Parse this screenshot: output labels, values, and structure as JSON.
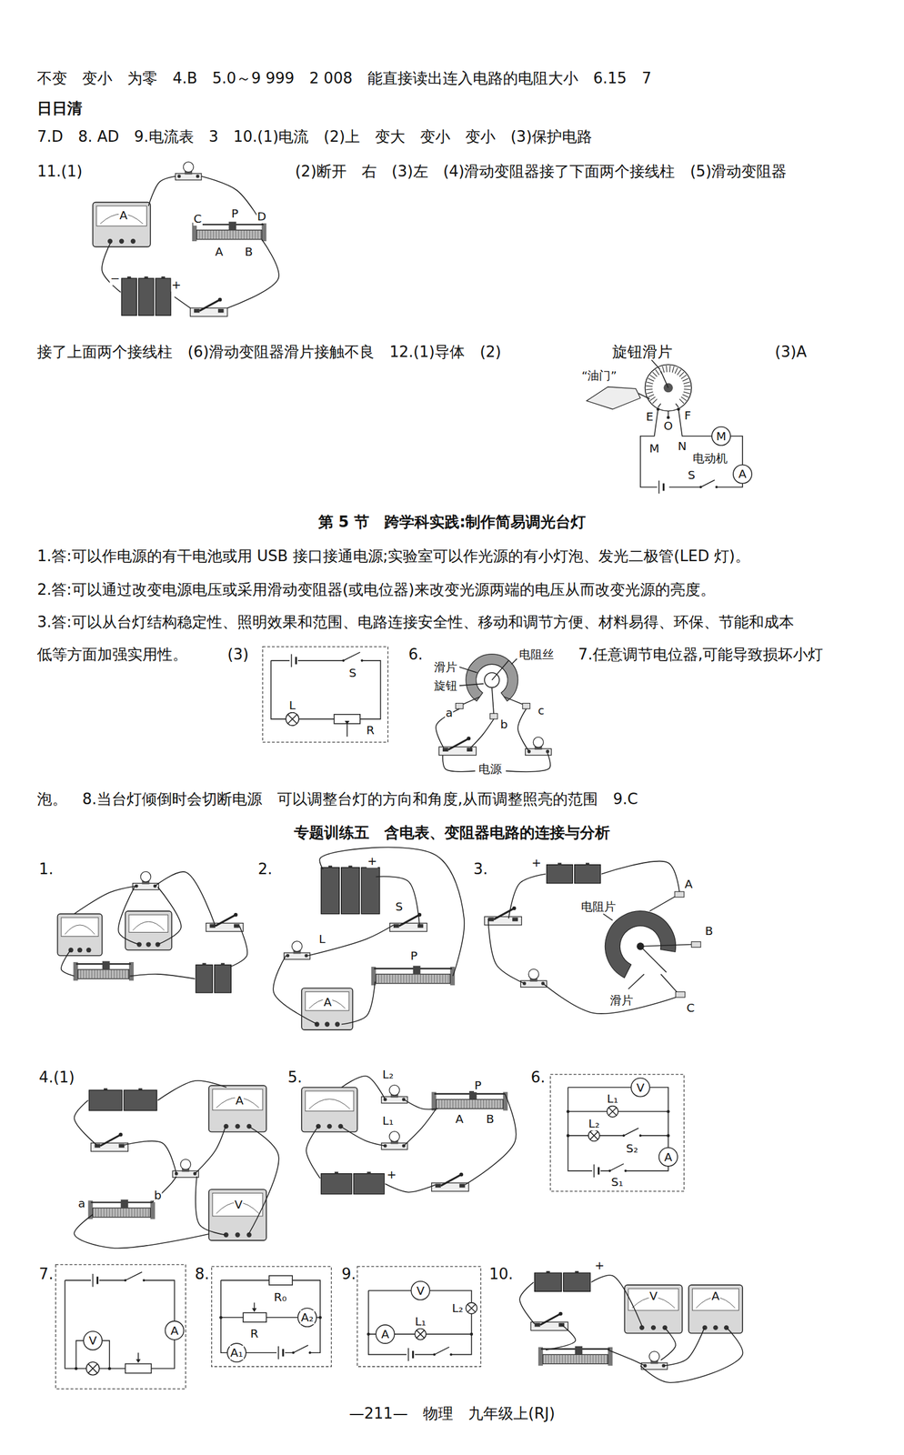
{
  "diagram": {
    "labels": [
      "不变　变小　为零　4.B　5.0～9 999　2 008　能直接读出连入电路的电阻大小　6.15　7",
      "日日清",
      "7.D　8. AD　9.电流表　3　10.(1)电流　(2)上　变大　变小　变小　(3)保护电路",
      "11.(1)",
      "(2)断开　右　(3)左　(4)滑动变阻器接了下面两个接线柱　(5)滑动变阻器",
      "C",
      "P",
      "D",
      "A",
      "B",
      "A",
      "−",
      "+",
      "接了上面两个接线柱　(6)滑动变阻器滑片接触不良　12.(1)导体　(2)",
      "旋钮滑片",
      "(3)A",
      "“油门”",
      "E",
      "F",
      "O",
      "M",
      "N",
      "M",
      "电动机",
      "S",
      "A",
      "第 5 节　跨学科实践:制作简易调光台灯",
      "1.答:可以作电源的有干电池或用 USB 接口接通电源;实验室可以作光源的有小灯泡、发光二极管(LED 灯)。",
      "2.答:可以通过改变电源电压或采用滑动变阻器(或电位器)来改变光源两端的电压从而改变光源的亮度。",
      "3.答:可以从台灯结构稳定性、照明效果和范围、电路连接安全性、移动和调节方便、材料易得、环保、节能和成本",
      "低等方面加强实用性。",
      "(3)",
      "S",
      "L",
      "R",
      "6.",
      "电阻丝",
      "滑片",
      "旋钮",
      "a",
      "b",
      "c",
      "电源",
      "7.任意调节电位器,可能导致损坏小灯",
      "泡。　8.当台灯倾倒时会切断电源　可以调整台灯的方向和角度,从而调整照亮的范围　9.C",
      "专题训练五　含电表、变阻器电路的连接与分析",
      "1.",
      "2.",
      "3.",
      "S",
      "L",
      "P",
      "A",
      "+",
      "电阻片",
      "A",
      "B",
      "C",
      "滑片",
      "+",
      "4.(1)",
      "a",
      "b",
      "A",
      "V",
      "5.",
      "L₂",
      "P",
      "L₁",
      "A",
      "B",
      "+",
      "6.",
      "V",
      "L₁",
      "L₂",
      "S₂",
      "S₁",
      "A",
      "7.",
      "A",
      "V",
      "8.",
      "R₀",
      "R",
      "A₂",
      "A₁",
      "9.",
      "V",
      "L₂",
      "L₁",
      "A",
      "10.",
      "+",
      "V",
      "A",
      "—211—　物理　九年级上(RJ)"
    ]
  }
}
